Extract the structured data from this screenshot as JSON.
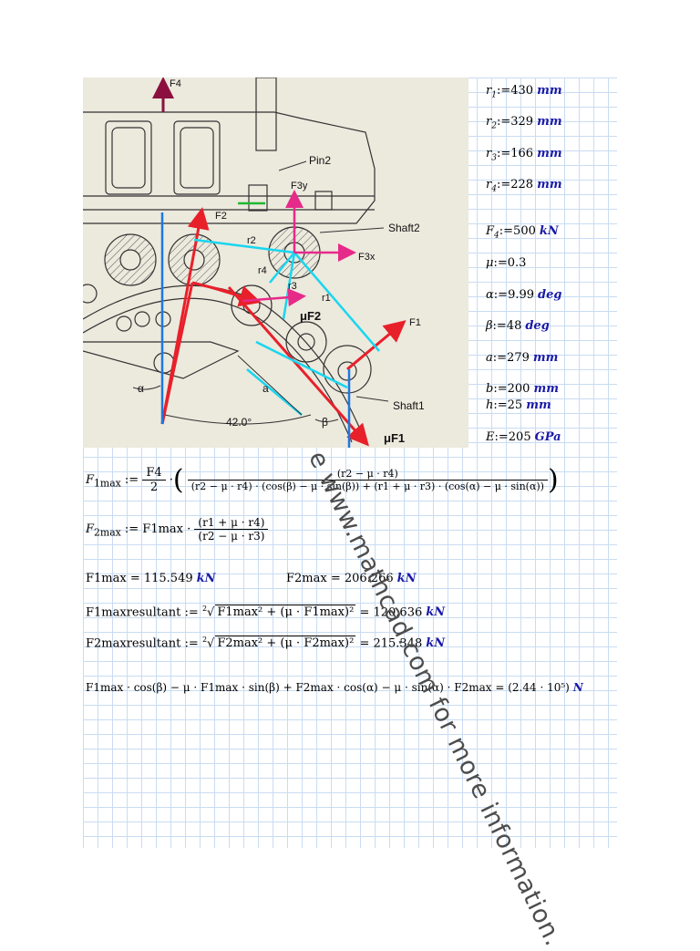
{
  "params": [
    {
      "lhs": "r",
      "sub": "1",
      "assign": ":=",
      "value": "430",
      "unit": "mm"
    },
    {
      "lhs": "r",
      "sub": "2",
      "assign": ":=",
      "value": "329",
      "unit": "mm"
    },
    {
      "lhs": "r",
      "sub": "3",
      "assign": ":=",
      "value": "166",
      "unit": "mm"
    },
    {
      "lhs": "r",
      "sub": "4",
      "assign": ":=",
      "value": "228",
      "unit": "mm"
    },
    {
      "lhs": "F",
      "sub": "4",
      "assign": ":=",
      "value": "500",
      "unit": "kN"
    },
    {
      "lhs": "μ",
      "sub": "",
      "assign": ":=",
      "value": "0.3",
      "unit": ""
    },
    {
      "lhs": "α",
      "sub": "",
      "assign": ":=",
      "value": "9.99",
      "unit": "deg"
    },
    {
      "lhs": "β",
      "sub": "",
      "assign": ":=",
      "value": "48",
      "unit": "deg"
    },
    {
      "lhs": "a",
      "sub": "",
      "assign": ":=",
      "value": "279",
      "unit": "mm"
    },
    {
      "lhs": "b",
      "sub": "",
      "assign": ":=",
      "value": "200",
      "unit": "mm"
    },
    {
      "lhs": "h",
      "sub": "",
      "assign": ":=",
      "value": "25",
      "unit": "mm"
    },
    {
      "lhs": "E",
      "sub": "",
      "assign": ":=",
      "value": "205",
      "unit": "GPa"
    }
  ],
  "figure_labels": {
    "f4": "F4",
    "f2": "F2",
    "f3y": "F3y",
    "f3x": "F3x",
    "f1": "F1",
    "pin2": "Pin2",
    "shaft2": "Shaft2",
    "shaft1": "Shaft1",
    "r1": "r1",
    "r2": "r2",
    "r3": "r3",
    "r4": "r4",
    "muf2": "μF2",
    "muf1": "μF1",
    "alpha": "α",
    "beta": "β",
    "a": "a",
    "angle": "42.0°"
  },
  "equations": {
    "f1max_lhs": "F",
    "f1max_sub": "1max",
    "f1max_assign": ":=",
    "f1max_coef_num": "F4",
    "f1max_coef_den": "2",
    "f1max_num": "(r2 − μ · r4)",
    "f1max_den": "(r2 − μ · r4) · (cos(β) − μ · sin(β)) + (r1 + μ · r3) · (cos(α) − μ · sin(α))",
    "f2max_lhs": "F",
    "f2max_sub": "2max",
    "f2max_rhs": ":= F1max ·",
    "f2max_num": "(r1 + μ · r4)",
    "f2max_den": "(r2 − μ · r3)",
    "res_f1max_label": "F1max = 115.549",
    "res_f2max_label": "F2max = 206.266",
    "res_unit": "kN",
    "f1res_lhs": "F1maxresultant :=",
    "f1res_root_index": "2",
    "f1res_radicand": "F1max² + (μ · F1max)²",
    "f1res_value": "= 120.636",
    "f2res_lhs": "F2maxresultant :=",
    "f2res_root_index": "2",
    "f2res_radicand": "F2max² + (μ · F2max)²",
    "f2res_value": "= 215.348",
    "check_expr": "F1max · cos(β) − μ · F1max · sin(β) + F2max · cos(α) − μ · sin(α) · F2max = (2.44 · 10⁵)",
    "check_unit": "N"
  },
  "watermark": "e www.mathcad.com for more information.",
  "colors": {
    "grid": "#c9dcf2",
    "unit": "#1a1aa8",
    "red": "#e8202a",
    "cyan": "#18d6f0",
    "blue": "#1e78e0",
    "pink": "#e62a8a",
    "green": "#20b830",
    "maroon": "#8b1040"
  }
}
